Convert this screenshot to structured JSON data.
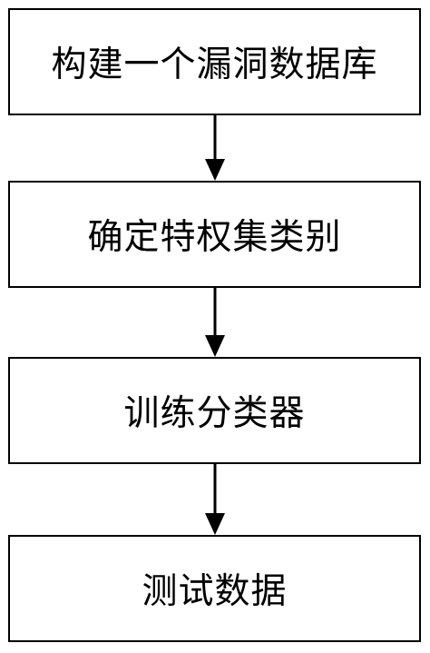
{
  "flowchart": {
    "steps": [
      {
        "label": "构建一个漏洞数据库"
      },
      {
        "label": "确定特权集类别"
      },
      {
        "label": "训练分类器"
      },
      {
        "label": "测试数据"
      }
    ],
    "stroke_color": "#000000",
    "background_color": "#ffffff"
  }
}
